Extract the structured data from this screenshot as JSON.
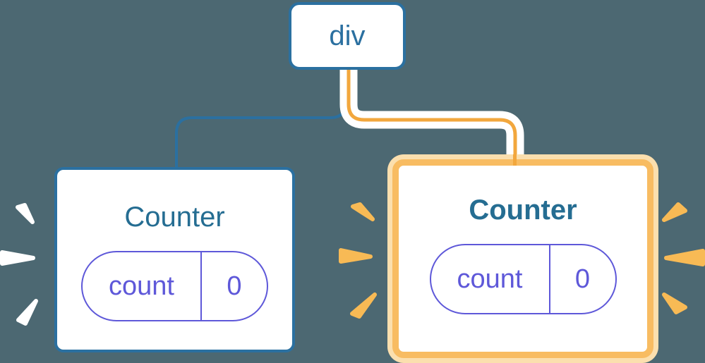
{
  "tree": {
    "root": {
      "label": "div"
    },
    "counters": [
      {
        "id": "left",
        "title": "Counter",
        "state_key": "count",
        "state_value": "0",
        "highlighted": false,
        "burst_color": "white"
      },
      {
        "id": "right",
        "title": "Counter",
        "state_key": "count",
        "state_value": "0",
        "highlighted": true,
        "burst_color": "orange"
      }
    ]
  },
  "palette": {
    "background": "#4C6872",
    "blue": "#2B70A0",
    "title_blue": "#256D92",
    "purple": "#5E58D9",
    "orange_line": "#F2A73D",
    "orange_border": "#F8BC62",
    "orange_halo": "#FBDFAE",
    "orange_burst": "#F8BA55",
    "white_burst": "#FFFFFF",
    "card_background": "#FFFFFF"
  }
}
